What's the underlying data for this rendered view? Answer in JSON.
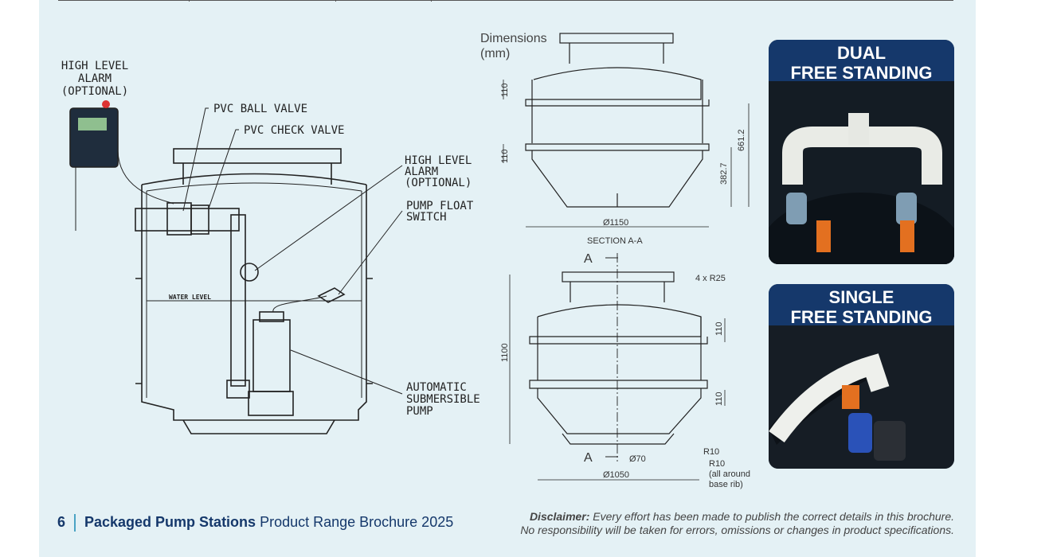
{
  "labels": {
    "high_level_alarm_left": [
      "HIGH LEVEL",
      "ALARM",
      "(OPTIONAL)"
    ],
    "pvc_ball_valve": "PVC BALL VALVE",
    "pvc_check_valve": "PVC CHECK VALVE",
    "high_level_alarm_right": [
      "HIGH LEVEL",
      "ALARM",
      "(OPTIONAL)"
    ],
    "pump_float_switch": [
      "PUMP FLOAT",
      "SWITCH"
    ],
    "water_level": "WATER LEVEL",
    "auto_pump": [
      "AUTOMATIC",
      "SUBMERSIBLE",
      "PUMP"
    ]
  },
  "dimensions": {
    "title": [
      "Dimensions",
      "(mm)"
    ],
    "d110a": "110",
    "d110b": "110",
    "d661": "661.2",
    "d382": "382.7",
    "d1150": "Ø1150",
    "section": "SECTION A-A",
    "a_top": "A",
    "r25": "4 x R25",
    "d1100": "1100",
    "d110c": "110",
    "d110d": "110",
    "r10a": "R10",
    "a_bottom": "A",
    "d70": "Ø70",
    "r10b": "R10",
    "base_rib": [
      "(all around",
      "base rib)"
    ],
    "d1050": "Ø1050"
  },
  "cards": [
    {
      "title_line1": "DUAL",
      "title_line2": "FREE STANDING"
    },
    {
      "title_line1": "SINGLE",
      "title_line2": "FREE STANDING"
    }
  ],
  "footer": {
    "page_number": "6",
    "title_bold": "Packaged Pump Stations",
    "title_rest": " Product Range Brochure 2025",
    "disclaimer_label": "Disclaimer:",
    "disclaimer_line1": " Every effort has been made to publish the correct details in this brochure.",
    "disclaimer_line2": "No responsibility will be taken for errors, omissions or changes in product specifications."
  },
  "colors": {
    "navy": "#15386b",
    "page_bg": "#e4f1f5",
    "accent": "#4aa3c4"
  }
}
